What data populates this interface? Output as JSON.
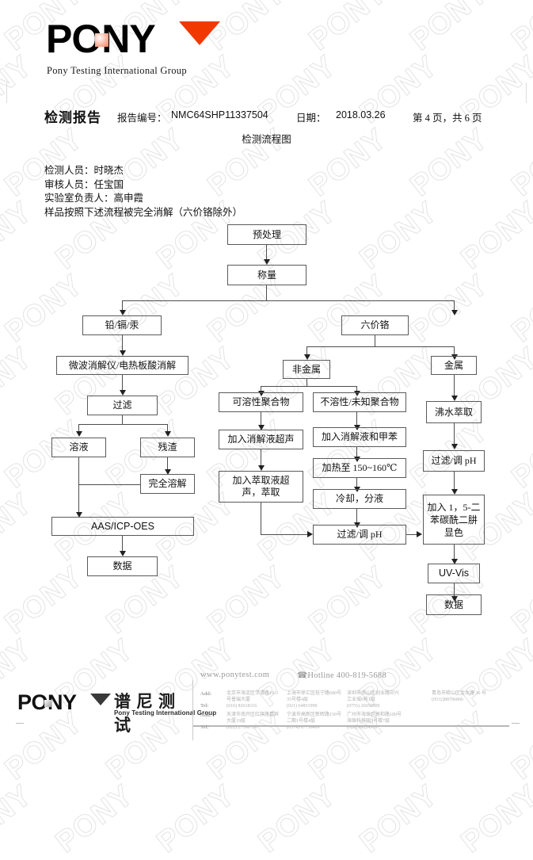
{
  "header": {
    "logo_word": "PONY",
    "logo_sub": "Pony Testing International Group",
    "report_title": "检测报告",
    "report_no_label": "报告编号：",
    "report_no_value": "NMC64SHP11337504",
    "date_label": "日期：",
    "date_value": "2018.03.26",
    "page_info": "第 4 页，共 6 页",
    "flow_title": "检测流程图"
  },
  "people": [
    "检测人员：时晓杰",
    "审核人员：任宝国",
    "实验室负责人：高申霞",
    "样品按照下述流程被完全消解（六价铬除外）"
  ],
  "flow": {
    "nodes": [
      {
        "id": "pretreat",
        "label": "预处理"
      },
      {
        "id": "weigh",
        "label": "称量"
      },
      {
        "id": "pbcdhg",
        "label": "铅/镉/汞"
      },
      {
        "id": "cr6",
        "label": "六价铬"
      },
      {
        "id": "microwave",
        "label": "微波消解仪/电热板酸消解"
      },
      {
        "id": "filter1",
        "label": "过滤"
      },
      {
        "id": "solution",
        "label": "溶液"
      },
      {
        "id": "residue",
        "label": "残渣"
      },
      {
        "id": "fulldissolve",
        "label": "完全溶解"
      },
      {
        "id": "aas",
        "label": "AAS/ICP-OES"
      },
      {
        "id": "data1",
        "label": "数据"
      },
      {
        "id": "nonmetal",
        "label": "非金属"
      },
      {
        "id": "metal",
        "label": "金属"
      },
      {
        "id": "soluble",
        "label": "可溶性聚合物"
      },
      {
        "id": "insoluble",
        "label": "不溶性/未知聚合物"
      },
      {
        "id": "adddigest1",
        "label": "加入消解液超声"
      },
      {
        "id": "adddigest2",
        "label": "加入消解液和甲苯"
      },
      {
        "id": "extract",
        "label": "加入萃取液超声，萃取"
      },
      {
        "id": "heat",
        "label": "加热至 150~160℃"
      },
      {
        "id": "cool",
        "label": "冷却，分液"
      },
      {
        "id": "filterph1",
        "label": "过滤/调 pH"
      },
      {
        "id": "boilwater",
        "label": "沸水萃取"
      },
      {
        "id": "filterph2",
        "label": "过滤/调 pH"
      },
      {
        "id": "dpc",
        "label": "加入 1，5-二苯碳酰二肼显色"
      },
      {
        "id": "uvvis",
        "label": "UV-Vis"
      },
      {
        "id": "data2",
        "label": "数据"
      }
    ]
  },
  "footer": {
    "logo_word": "PONY",
    "logo_cn": "谱尼测试",
    "logo_en": "Pony Testing International Group",
    "website": "www.ponytest.com",
    "hotline": "Hotline  400-819-5688",
    "labels": {
      "add": "Add:",
      "tel": "Tel:"
    },
    "columns": [
      {
        "rows": [
          {
            "addr": [
              "北京市海淀区学清路19-3",
              "号普瑞大厦"
            ],
            "tel": "(010) 82618116"
          },
          {
            "addr": [
              "天津市南开区红旗路嘉宾",
              "大厦19层"
            ],
            "tel": "(022) 27360730"
          }
        ]
      },
      {
        "rows": [
          {
            "addr": [
              "上海市徐汇区桂宁路680号",
              "35号楼4层"
            ],
            "tel": "(021) 64851999"
          },
          {
            "addr": [
              "宁波市高新区新晖路150号",
              "二期1号楼4层"
            ],
            "tel": "(0574) 87736499"
          }
        ]
      },
      {
        "rows": [
          {
            "addr": [
              "深圳市南山区创业路中兴",
              "工业城6栋1层"
            ],
            "tel": "(0755) 26050909"
          },
          {
            "addr": [
              "广州市海珠区敦和路189号",
              "海珠科技园3号楼7层"
            ],
            "tel": "(020) 89224310"
          }
        ]
      },
      {
        "rows": [
          {
            "addr": [
              "青岛市崂山区金水路 36 号",
              "(0532)88706866"
            ],
            "tel": ""
          }
        ]
      }
    ]
  },
  "watermark": {
    "text": "PONY"
  }
}
